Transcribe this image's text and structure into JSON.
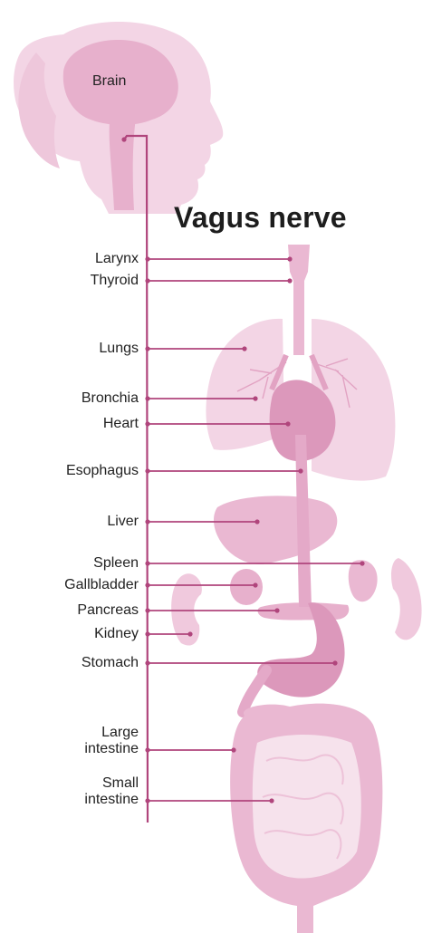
{
  "title": "Vagus nerve",
  "brain_label": "Brain",
  "colors": {
    "nerve": "#b0457c",
    "organ_light": "#f3d5e5",
    "organ_mid": "#eab8d2",
    "organ_dark": "#db93b8",
    "text": "#222222"
  },
  "organs": [
    {
      "name": "Larynx"
    },
    {
      "name": "Thyroid"
    },
    {
      "name": "Lungs"
    },
    {
      "name": "Bronchia"
    },
    {
      "name": "Heart"
    },
    {
      "name": "Esophagus"
    },
    {
      "name": "Liver"
    },
    {
      "name": "Spleen"
    },
    {
      "name": "Gallbladder"
    },
    {
      "name": "Pancreas"
    },
    {
      "name": "Kidney"
    },
    {
      "name": "Stomach"
    },
    {
      "name": "Large\nintestine"
    },
    {
      "name": "Small\nintestine"
    }
  ]
}
